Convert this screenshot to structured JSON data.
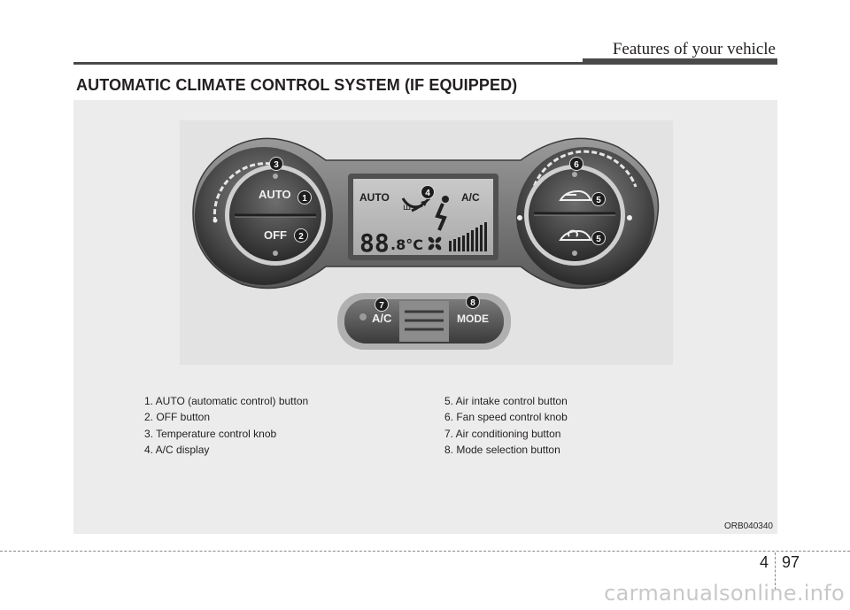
{
  "header": {
    "section_title": "Features of your vehicle"
  },
  "heading": "AUTOMATIC CLIMATE CONTROL SYSTEM (IF EQUIPPED)",
  "illustration": {
    "left_knob": {
      "top_label": "AUTO",
      "bottom_label": "OFF"
    },
    "display": {
      "auto_text": "AUTO",
      "ac_text": "A/C",
      "temp_digits": "88",
      "temp_unit": ".8°C"
    },
    "lower_panel": {
      "ac_label": "A/C",
      "mode_label": "MODE"
    },
    "callouts": [
      "1",
      "2",
      "3",
      "4",
      "5",
      "5",
      "6",
      "7",
      "8"
    ]
  },
  "legend": {
    "left": [
      "1. AUTO (automatic control) button",
      "2. OFF button",
      "3. Temperature control knob",
      "4. A/C display"
    ],
    "right": [
      "5. Air intake control button",
      "6. Fan speed control knob",
      "7. Air conditioning button",
      "8. Mode selection button"
    ]
  },
  "figure_code": "ORB040340",
  "page": {
    "chapter": "4",
    "number": "97"
  },
  "watermark": "carmanualsonline.info"
}
